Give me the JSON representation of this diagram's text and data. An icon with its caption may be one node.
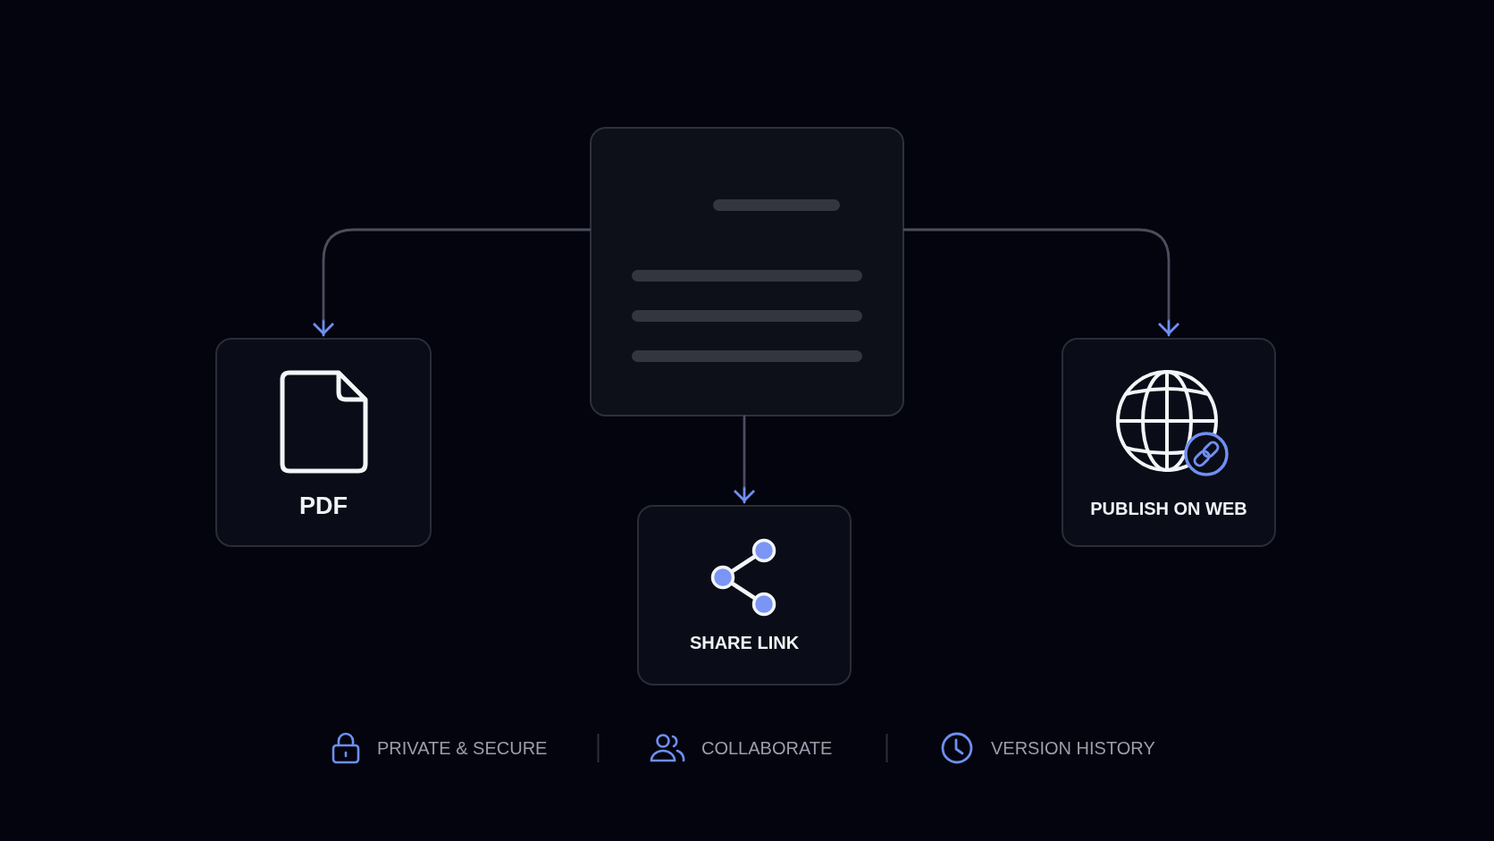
{
  "diagram": {
    "nodes": [
      {
        "text": [],
        "shape": "box"
      },
      {
        "text": [
          "PDF"
        ]
      },
      {
        "text": [
          "PUBLISH ON WEB"
        ]
      },
      {
        "text": [
          "SHARE LINK"
        ]
      }
    ],
    "edges": [
      {
        "from": 0,
        "to": 1,
        "arrow": "to"
      },
      {
        "from": 0,
        "to": 2,
        "arrow": "to"
      },
      {
        "from": 0,
        "to": 3,
        "arrow": "to"
      }
    ],
    "labels": [
      "PRIVATE & SECURE",
      "COLLABORATE",
      "VERSION HISTORY"
    ]
  }
}
